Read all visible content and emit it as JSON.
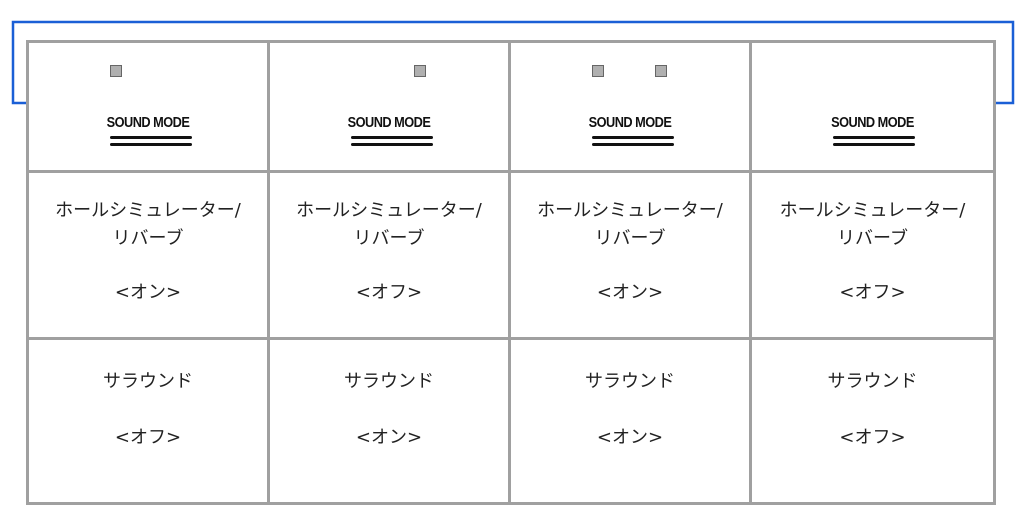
{
  "columns": [
    {
      "lamps": [
        "left"
      ],
      "mode_label": "SOUND MODE",
      "hall_name_line1": "ホールシミュレーター/",
      "hall_name_line2": "リバーブ",
      "hall_value": "<オン>",
      "surround_name": "サラウンド",
      "surround_value": "<オフ>"
    },
    {
      "lamps": [
        "right"
      ],
      "mode_label": "SOUND MODE",
      "hall_name_line1": "ホールシミュレーター/",
      "hall_name_line2": "リバーブ",
      "hall_value": "<オフ>",
      "surround_name": "サラウンド",
      "surround_value": "<オン>"
    },
    {
      "lamps": [
        "left",
        "right"
      ],
      "mode_label": "SOUND MODE",
      "hall_name_line1": "ホールシミュレーター/",
      "hall_name_line2": "リバーブ",
      "hall_value": "<オン>",
      "surround_name": "サラウンド",
      "surround_value": "<オン>"
    },
    {
      "lamps": [],
      "mode_label": "SOUND MODE",
      "hall_name_line1": "ホールシミュレーター/",
      "hall_name_line2": "リバーブ",
      "hall_value": "<オフ>",
      "surround_name": "サラウンド",
      "surround_value": "<オフ>"
    }
  ],
  "colors": {
    "arrow": "#1a5fd6",
    "grid": "#a0a0a0",
    "lamp_fill": "#b0b0b0",
    "lamp_border": "#666666",
    "text": "#222222"
  }
}
